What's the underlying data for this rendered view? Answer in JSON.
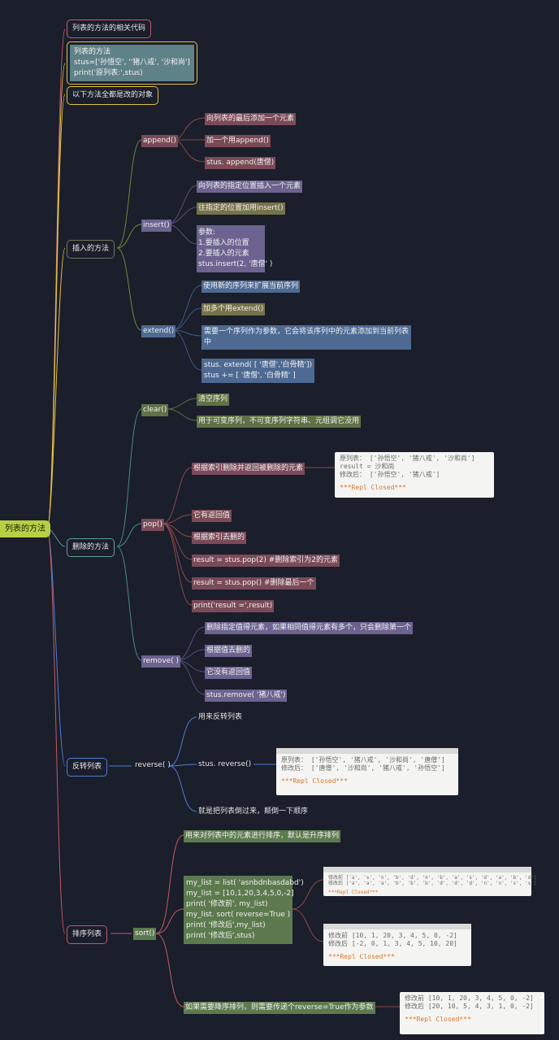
{
  "root": "列表的方法",
  "intro": {
    "title": "列表的方法的相关代码",
    "code_lines": [
      "列表的方法",
      "stus=['孙悟空', ''猪八戒', '沙和尚']",
      "print('原列表:',stus)"
    ],
    "note": "以下方法全都是改的对象"
  },
  "insert_section": {
    "label": "插入的方法",
    "append": {
      "label": "append()",
      "items": [
        "向列表的最后添加一个元素",
        "加一个用append()",
        " stus. append(唐僧)"
      ]
    },
    "insert": {
      "label": "insert()",
      "items": [
        "向列表的指定位置插入一个元素",
        "往指定的位置加用insert()"
      ],
      "params": [
        "参数:",
        "1.要插入的位置",
        "2.要插入的元素",
        "stus.insert(2, '唐僧' )"
      ]
    },
    "extend": {
      "label": "extend()",
      "items": [
        "使用新的序列来扩展当前序列",
        "加多个用extend()"
      ],
      "desc": [
        "需要一个序列作为参数，它会将该序列中的元素添加到当前列表",
        "中"
      ],
      "code": [
        "stus. extend( [ '唐僧','白骨精'])",
        "stus += [ '唐僧', '白骨精' ]"
      ]
    }
  },
  "delete_section": {
    "label": "删除的方法",
    "clear": {
      "label": "clear()",
      "items": [
        "清空序列",
        "用于可变序列，不可变序列字符串、元组调它没用"
      ]
    },
    "pop": {
      "label": "pop()",
      "items": [
        "根据索引删除并返回被删除的元素",
        "它有返回值",
        "根据索引去删的",
        "result = stus.pop(2) #删除索引为2的元素",
        "result = stus.pop() #删除最后一个",
        "print('result =',result)"
      ],
      "console": [
        "原列表：  ['孙悟空', '猪八戒', '沙和尚']",
        "result = 沙和尚",
        "修改后：  ['孙悟空', '猪八戒']"
      ],
      "closed": "***Repl Closed***"
    },
    "remove": {
      "label": "remove( )",
      "items": [
        "删除指定值得元素，如果相同值得元素有多个，只会删除第一个",
        "根据值去删的",
        "它没有返回值",
        "stus.remove( '猪八戒')"
      ]
    }
  },
  "reverse_section": {
    "label": "反转列表",
    "method": "reverse( )",
    "items": [
      "用来反转列表",
      "stus. reverse()",
      "就是把列表倒过来，颠倒一下顺序"
    ],
    "console": [
      "原列表：  ['孙悟空', '猪八戒', '沙和尚', '唐僧']",
      "修改后：  ['唐僧', '沙和尚', '猪八戒', '孙悟空']"
    ],
    "closed": "***Repl Closed***"
  },
  "sort_section": {
    "label": "排序列表",
    "method": "sort()",
    "items": [
      "用来对列表中的元素进行排序，默认是升序排列",
      "如果需要降序排列，则需要传递个reverse=True作为参数"
    ],
    "code": [
      "my_list = list( 'asnbdnbasdabd')",
      "my_list = [10,1,20,3,4,5,0,-2]",
      "print( '修改前', my_list)",
      "my_list. sort( reverse=True )",
      "print( '修改后',my_list)",
      "print( '修改后',stus)"
    ],
    "console1": [
      "修改前 ['a', 's', 'n', 'b', 'd', 'n', 'b', 'a', 's', 'd', 'a', 'b', 'd']",
      "修改后 ['a', 'a', 'a', 'b', 'b', 'b', 'd', 'd', 'd', 'n', 'n', 's', 's']"
    ],
    "console2": [
      "修改前 [10, 1, 20, 3, 4, 5, 0, -2]",
      "修改后 [-2, 0, 1, 3, 4, 5, 10, 20]"
    ],
    "console3": [
      "修改前 [10, 1, 20, 3, 4, 5, 0, -2]",
      "修改后 [20, 10, 5, 4, 3, 1, 0, -2]"
    ],
    "closed": "***Repl Closed***"
  },
  "colors": {
    "background": "#1b1e2b",
    "root": "#b6d044",
    "branch_insert": "#e0c046",
    "branch_delete": "#5aa39a",
    "branch_reverse": "#4b7fd6",
    "branch_sort": "#c45a64"
  }
}
